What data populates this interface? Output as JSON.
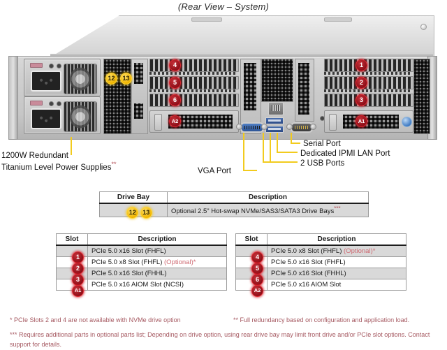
{
  "title": "(Rear View – System)",
  "callouts": {
    "psu": {
      "line1": "1200W Redundant",
      "line2": "Titanium Level Power Supplies",
      "sup": "**"
    },
    "vga": "VGA Port",
    "serial": "Serial Port",
    "ipmi": "Dedicated IPMI LAN Port",
    "usb": "2 USB Ports"
  },
  "photo_badges": {
    "drive_bays": [
      "12",
      "13"
    ],
    "slots_left_group": [
      "4",
      "5",
      "6",
      "A2"
    ],
    "slots_right_group": [
      "1",
      "2",
      "3",
      "A1"
    ]
  },
  "drive_bay_table": {
    "headers": [
      "Drive Bay",
      "Description"
    ],
    "row": {
      "bay_from": "12",
      "bay_to": "13",
      "dash": "—",
      "description": "Optional 2.5\" Hot-swap NVMe/SAS3/SATA3 Drive  Bays",
      "sup": "***"
    }
  },
  "slot_table_left": {
    "headers": [
      "Slot",
      "Description"
    ],
    "rows": [
      {
        "badge": "1",
        "desc": "PCIe  5.0 x16 Slot (FHFL)",
        "optional": ""
      },
      {
        "badge": "2",
        "desc": "PCIe  5.0 x8 Slot (FHFL) ",
        "optional": "(Optional)*"
      },
      {
        "badge": "3",
        "desc": "PCIe  5.0 x16 Slot (FHHL)",
        "optional": ""
      },
      {
        "badge": "A1",
        "desc": "PCIe  5.0 x16 AIOM Slot (NCSI)",
        "optional": ""
      }
    ]
  },
  "slot_table_right": {
    "headers": [
      "Slot",
      "Description"
    ],
    "rows": [
      {
        "badge": "4",
        "desc": "PCIe  5.0 x8 Slot (FHFL) ",
        "optional": "(Optional)*"
      },
      {
        "badge": "5",
        "desc": "PCIe  5.0 x16 Slot (FHFL)",
        "optional": ""
      },
      {
        "badge": "6",
        "desc": "PCIe  5.0 x16 Slot (FHHL)",
        "optional": ""
      },
      {
        "badge": "A2",
        "desc": "PCIe  5.0 x16 AIOM Slot",
        "optional": ""
      }
    ]
  },
  "footnotes": {
    "one": "*  PCIe  Slots 2 and 4 are not available  with NVMe drive  option",
    "two": "**  Full redundancy based on configuration and application load.",
    "three": "***  Requires  additional  parts in optional parts list; Depending on drive  option, using rear  drive  bay may limit front drive  and/or PCIe slot options. Contact support for details."
  },
  "colors": {
    "badge_red": "#8d0f18",
    "badge_yellow": "#f0b400",
    "leader_line": "#f2cb1e",
    "optional_text": "#cf6b73",
    "footnote_text": "#a65a62"
  }
}
